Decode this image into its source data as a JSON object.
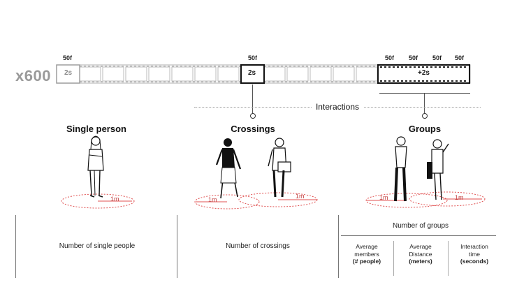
{
  "multiplier": "x600",
  "timeline": {
    "first_frame": {
      "fps": "50f",
      "label": "2s"
    },
    "middle_frame": {
      "fps": "50f",
      "label": "2s"
    },
    "group_frame": {
      "fps": [
        "50f",
        "50f",
        "50f",
        "50f"
      ],
      "label": "+2s"
    }
  },
  "interactions_label": "Interactions",
  "categories": {
    "single": {
      "title": "Single person",
      "radius": "1m"
    },
    "crossings": {
      "title": "Crossings",
      "radius_left": "1m",
      "radius_right": "1m"
    },
    "groups": {
      "title": "Groups",
      "radius_left": "1m",
      "radius_right": "1m"
    }
  },
  "bottom": {
    "single_text": "Number of single people",
    "crossings_text": "Number of crossings",
    "groups_text": "Number of groups",
    "metrics": [
      {
        "line1": "Average",
        "line2": "members",
        "unit": "(# people)"
      },
      {
        "line1": "Average",
        "line2": "Distance",
        "unit": "(meters)"
      },
      {
        "line1": "Interaction",
        "line2": "time",
        "unit": "(seconds)"
      }
    ]
  },
  "colors": {
    "accent_red": "#e05050",
    "gray_text": "#9a9a9a",
    "film_border": "#333333"
  }
}
